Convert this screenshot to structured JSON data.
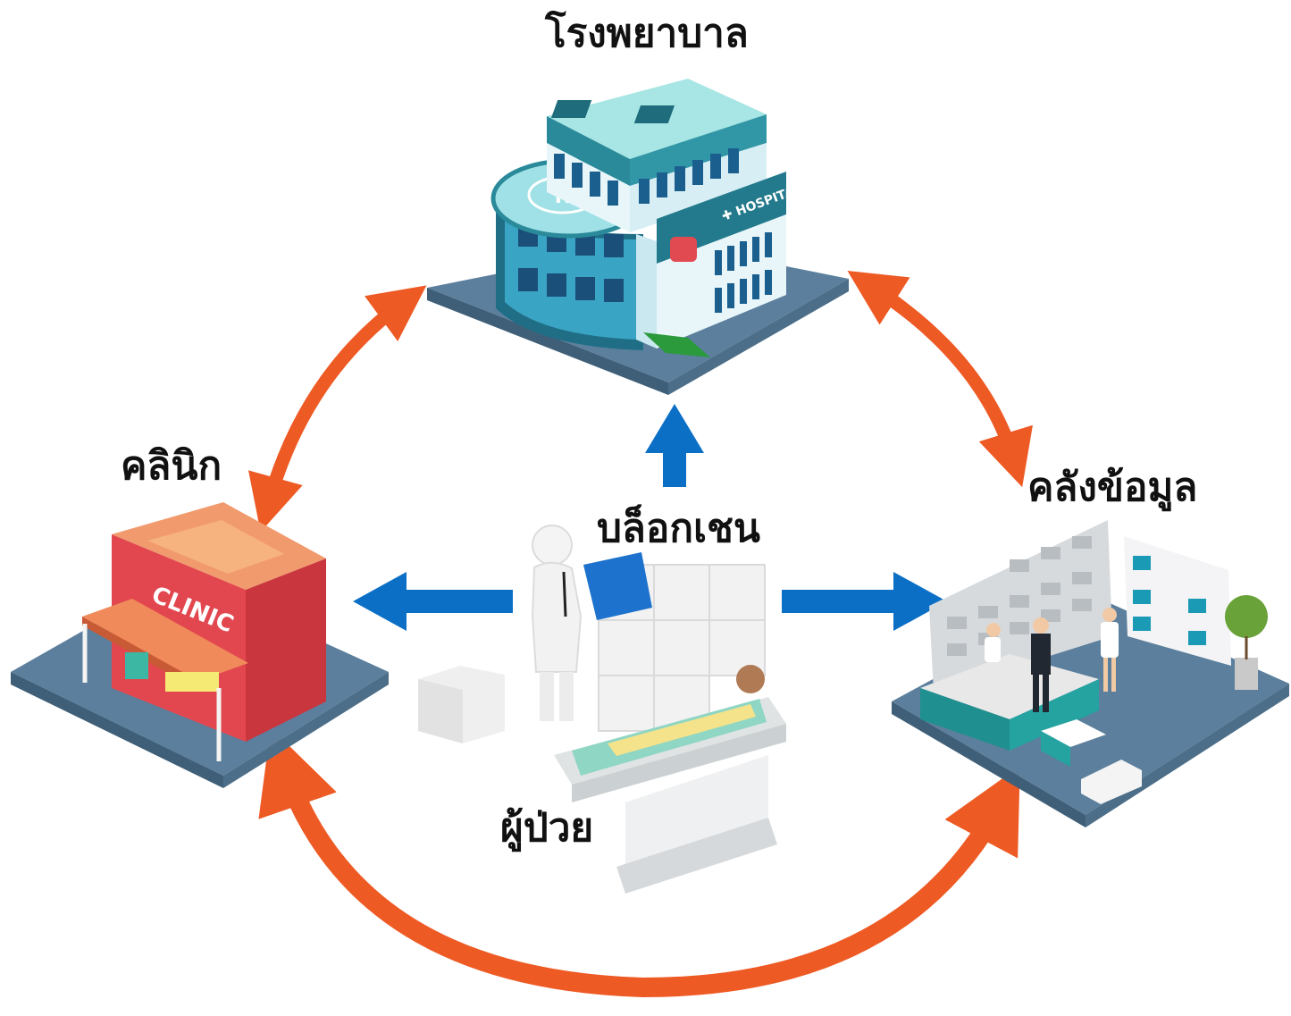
{
  "nodes": {
    "hospital": {
      "label": "โรงพยาบาล",
      "sign": "HOSPITAL"
    },
    "clinic": {
      "label": "คลินิก",
      "sign": "CLINIC"
    },
    "storage": {
      "label": "คลังข้อมูล"
    },
    "blockchain": {
      "label": "บล็อกเชน"
    },
    "patient": {
      "label": "ผู้ป่วย"
    }
  },
  "colors": {
    "orange_arrow": "#ee5a24",
    "blue_arrow": "#0b6fc6",
    "platform": "#5b7f9c",
    "hospital_teal": "#2a8a9a",
    "clinic_red": "#e2474f"
  }
}
